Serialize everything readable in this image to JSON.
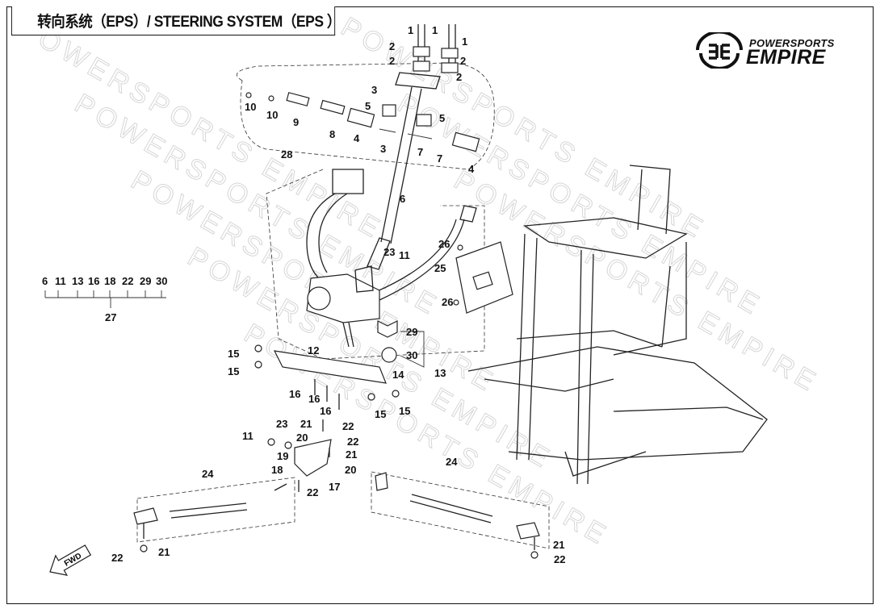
{
  "title": "转向系统（EPS）/ STEERING SYSTEM（EPS ）",
  "logo": {
    "line1": "POWERSPORTS",
    "line2": "EMPIRE"
  },
  "watermark": "POWERSPORTS EMPIRE",
  "fwd_label": "FWD",
  "kit_group": {
    "members": [
      "6",
      "11",
      "13",
      "16",
      "18",
      "22",
      "29",
      "30"
    ],
    "kit_number": "27"
  },
  "callouts": [
    "1",
    "1",
    "2",
    "2",
    "1",
    "2",
    "2",
    "3",
    "5",
    "5",
    "3",
    "7",
    "7",
    "4",
    "4",
    "8",
    "9",
    "10",
    "10",
    "28",
    "6",
    "23",
    "11",
    "26",
    "25",
    "26",
    "29",
    "30",
    "13",
    "12",
    "14",
    "15",
    "15",
    "15",
    "15",
    "16",
    "16",
    "16",
    "11",
    "23",
    "21",
    "22",
    "20",
    "22",
    "21",
    "19",
    "20",
    "18",
    "22",
    "17",
    "24",
    "24",
    "21",
    "22",
    "21",
    "22"
  ]
}
